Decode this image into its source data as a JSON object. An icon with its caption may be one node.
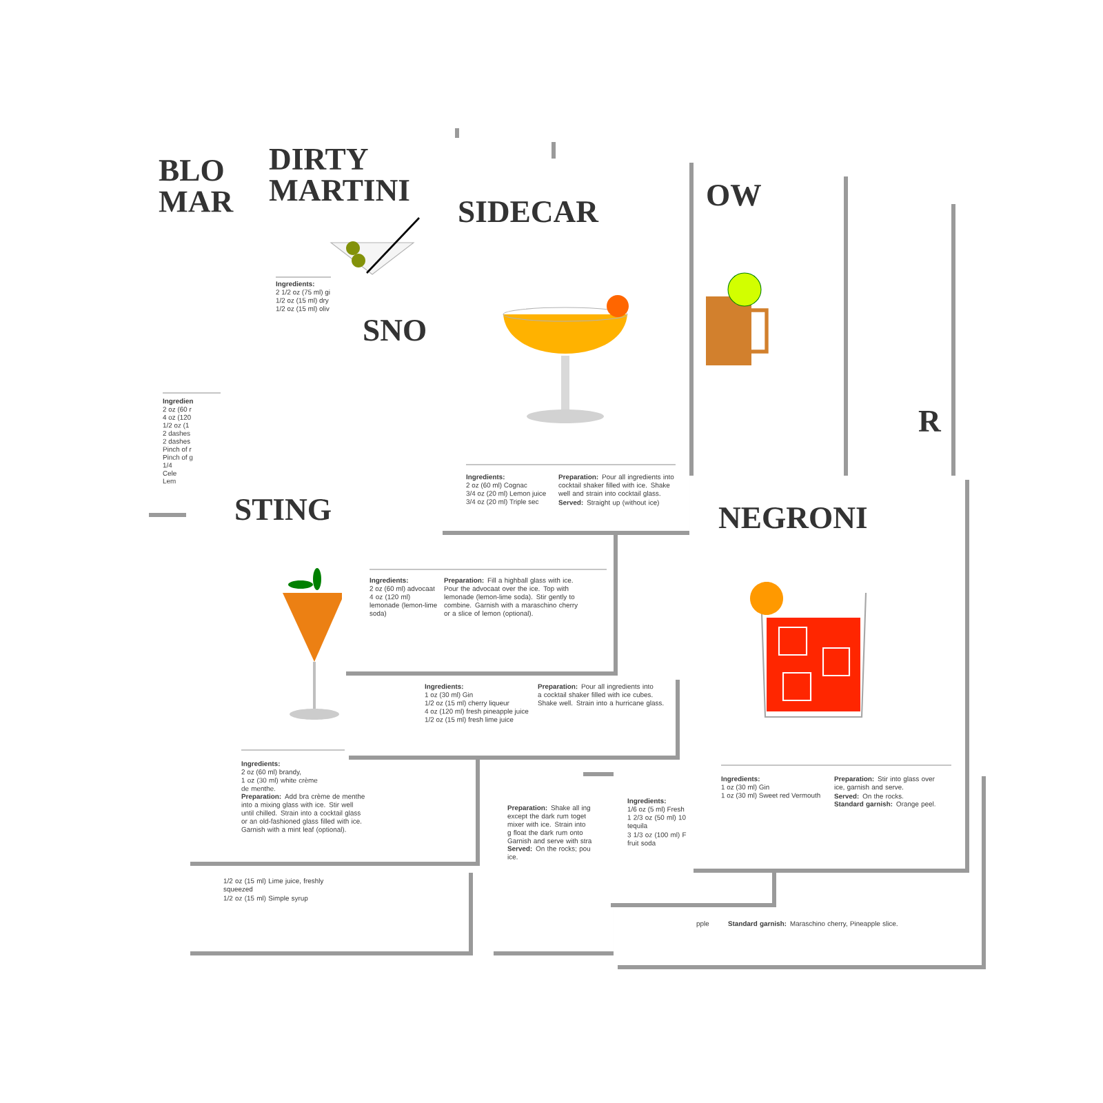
{
  "diagram": {
    "nodes": [
      {
        "text": [
          "BLO MAR",
          "Ingredien",
          "2 oz (60 r",
          "4 oz (120",
          "1/2 oz (1",
          "2 dashes",
          "2 dashes",
          "Pinch of r",
          "Pinch of g",
          "1/4",
          "Cele",
          "Lem"
        ]
      },
      {
        "text": [
          "DIRTY MARTINI",
          "Ingredients:",
          "2 1/2 oz (75 ml) gi",
          "1/2 oz (15 ml) dry",
          "1/2 oz (15 ml) oliv"
        ]
      },
      {
        "text": [
          "SIDECAR",
          "Ingredients:",
          "2 oz (60 ml) Cognac",
          "3/4 oz (20 ml) Lemon juice",
          "3/4 oz (20 ml) Triple sec",
          "**Preparation:** Pour all ingredients into cocktail shaker filled with ice. Shake well and strain into cocktail glass.",
          "**Served:** Straight up (without ice)"
        ]
      },
      {
        "text": [
          "OW"
        ]
      },
      {
        "text": [
          "R"
        ]
      },
      {
        "text": [
          "SNO",
          "Ingredients:",
          "2 oz (60 ml) advocaat",
          "4 oz (120 ml) lemonade (lemon-lime soda)",
          "**Preparation:** Fill a highball glass with ice. Pour the advocaat over the ice. Top with lemonade (lemon-lime soda). Stir gently to combine. Garnish with a maraschino cherry or a slice of lemon (optional)."
        ]
      },
      {
        "text": [
          "STING",
          "Ingredients:",
          "2 oz (60 ml) brandy,",
          "1 oz (30 ml) white crème de menthe.",
          "**Preparation:** Add bra crème de menthe into a mixing glass with ice. Stir well until chilled. Strain into a cocktail glass or an old-fashioned glass filled with ice. Garnish with a mint leaf (optional)."
        ]
      },
      {
        "text": [
          "Ingredients:",
          "1 oz (30 ml) Gin",
          "1/2 oz (15 ml) cherry liqueur",
          "4 oz (120 ml) fresh pineapple juice",
          "1/2 oz (15 ml) fresh lime juice",
          "**Preparation:** Pour all ingredients into a cocktail shaker filled with ice cubes. Shake well. Strain into a hurricane glass."
        ]
      },
      {
        "text": [
          "NEGRONI",
          "Ingredients:",
          "1 oz (30 ml) Gin",
          "1 oz (30 ml) Sweet red Vermouth",
          "**Preparation:** Stir into glass over ice, garnish and serve.",
          "**Served:** On the rocks.",
          "**Standard garnish:** Orange peel."
        ]
      },
      {
        "text": [
          "**Preparation:** Shake all ing except the dark rum toget mixer with ice. Strain into g float the dark rum onto Garnish and serve with stra",
          "**Served:** On the rocks; pou ice."
        ]
      },
      {
        "text": [
          "Ingredients:",
          "1/6 oz (5 ml) Fresh",
          "1 2/3 oz (50 ml) 10 tequila",
          "3 1/3 oz (100 ml) F fruit soda"
        ]
      },
      {
        "text": [
          "1/2 oz (15 ml) Lime juice, freshly squeezed",
          "1/2 oz (15 ml) Simple syrup"
        ]
      },
      {
        "text": [
          "pple",
          "**Standard garnish:** Maraschino cherry, Pineapple slice."
        ]
      }
    ]
  }
}
